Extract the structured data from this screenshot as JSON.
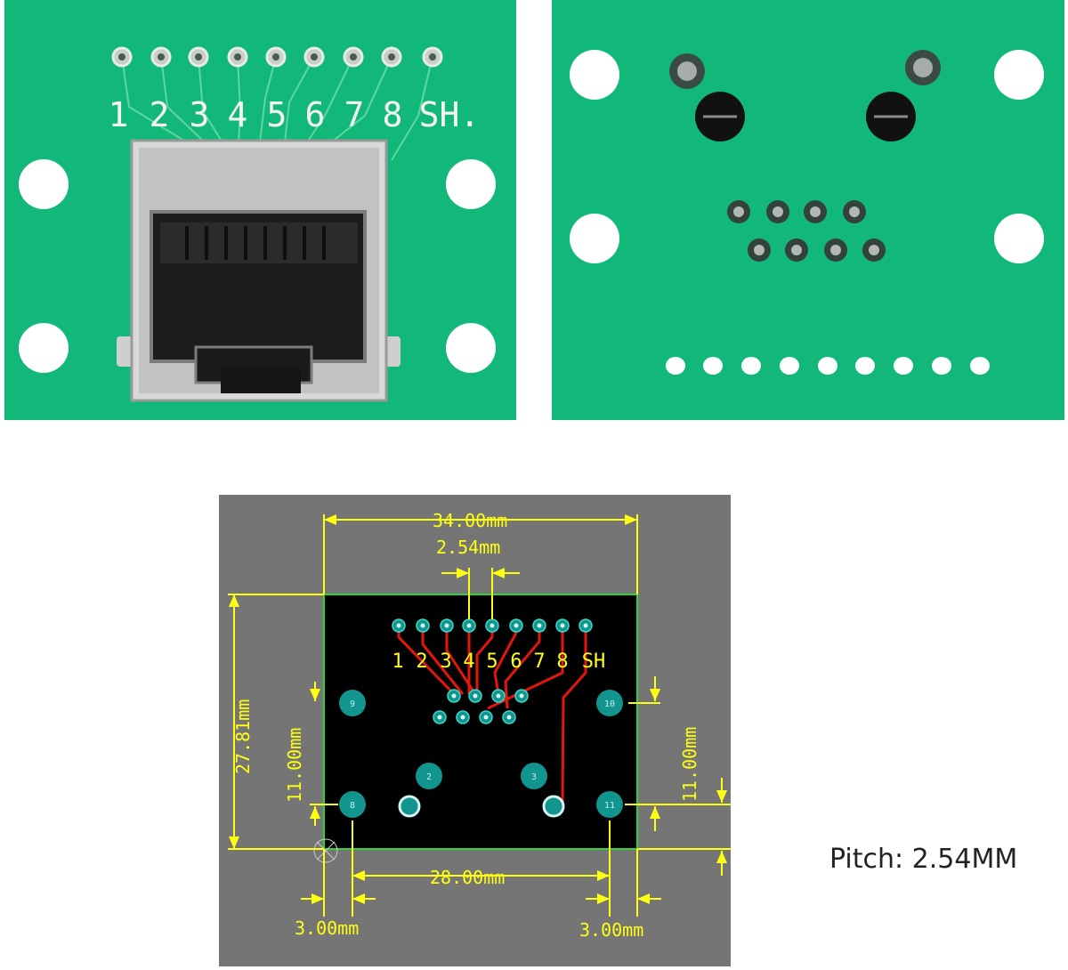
{
  "front_view": {
    "pin_labels": [
      "1",
      "2",
      "3",
      "4",
      "5",
      "6",
      "7",
      "8",
      "SH."
    ]
  },
  "dimension_drawing": {
    "pin_labels": [
      "1",
      "2",
      "3",
      "4",
      "5",
      "6",
      "7",
      "8",
      "SH"
    ],
    "pad_numbers": {
      "top_left": "9",
      "top_right": "10",
      "bottom_left": "8",
      "bottom_right": "11",
      "shield_left": "2",
      "shield_right": "3"
    },
    "dimensions": {
      "board_width": "34.00mm",
      "pin_pitch": "2.54mm",
      "board_height": "27.81mm",
      "mount_spacing_left": "11.00mm",
      "mount_spacing_right": "11.00mm",
      "mount_hole_spacing": "28.00mm",
      "edge_offset_left": "3.00mm",
      "edge_offset_right": "3.00mm"
    }
  },
  "note": "Pitch: 2.54MM",
  "colors": {
    "pcb_green": "#12b87a",
    "silkscreen": "#f4f4ec",
    "drawing_background": "#757575",
    "dimension_yellow": "#ffff14",
    "trace_red": "#e3160e",
    "pad_teal": "#12958e"
  }
}
